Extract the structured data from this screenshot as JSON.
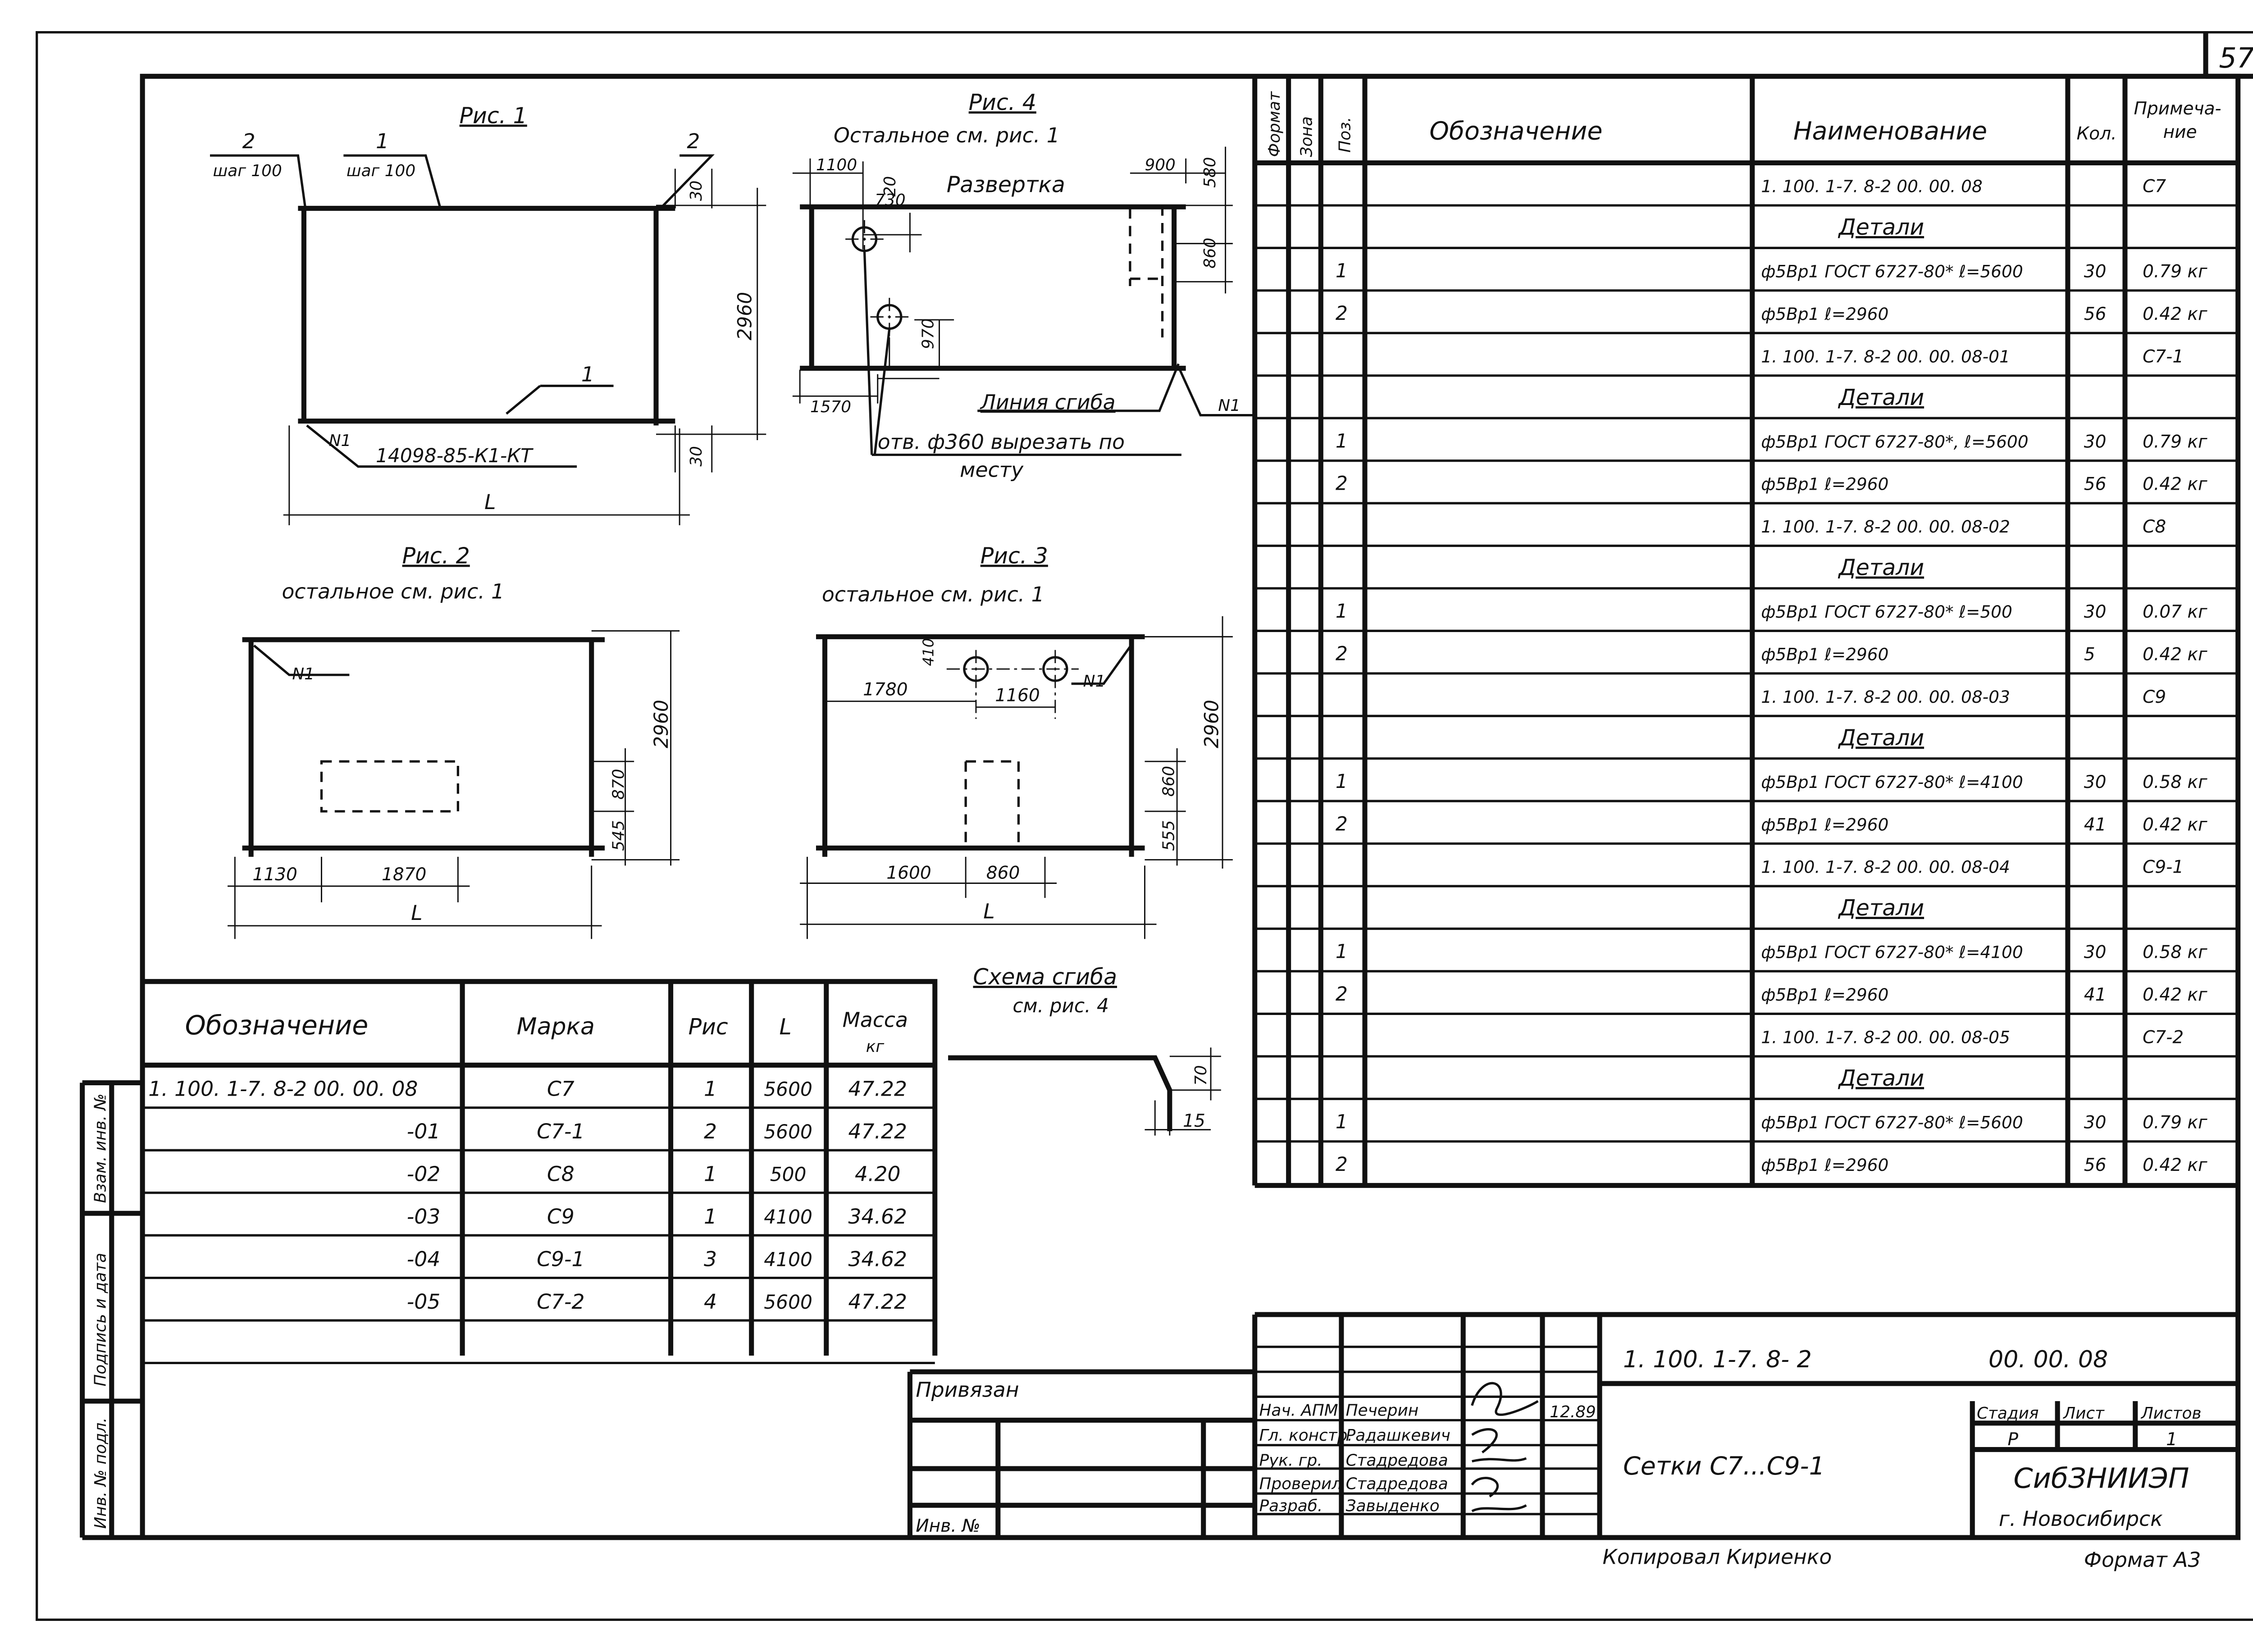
{
  "sheet": {
    "number": "57",
    "format": "Формат А3",
    "copied": "Копировал  Кириенко"
  },
  "fig1": {
    "title": "Рис. 1",
    "lbl_2a": "2",
    "lbl_1a": "1",
    "lbl_2b": "2",
    "step_a": "шаг 100",
    "step_b": "шаг 100",
    "lbl_1c": "1",
    "weld_n": "N1",
    "weld_ref": "14098-85-К1-КТ",
    "dim_30a": "30",
    "dim_30b": "30",
    "dim_2960": "2960",
    "dim_L": "L"
  },
  "fig4": {
    "title": "Рис. 4",
    "subtitle": "Остальное  см. рис. 1",
    "razv": "Развертка",
    "d1100": "1100",
    "d730": "730",
    "d20": "20",
    "d900": "900",
    "d580": "580",
    "d860": "860",
    "d970": "970",
    "d1570": "1570",
    "bend": "Линия сгиба",
    "weld_n": "N1",
    "hole1": "отв. ф360 вырезать по",
    "hole2": "месту"
  },
  "fig2": {
    "title": "Рис. 2",
    "subtitle": "остальное   см. рис. 1",
    "weld_n": "N1",
    "d2960": "2960",
    "d870": "870",
    "d545": "545",
    "d1130": "1130",
    "d1870": "1870",
    "dL": "L"
  },
  "fig3": {
    "title": "Рис. 3",
    "subtitle": "остальное   см. рис. 1",
    "weld_n": "N1",
    "d410": "410",
    "d1780": "1780",
    "d1160": "1160",
    "d2960": "2960",
    "d860": "860",
    "d555": "555",
    "d1600": "1600",
    "d860b": "860",
    "dL": "L"
  },
  "bend_scheme": {
    "title": "Схема сгиба",
    "subtitle": "см. рис. 4",
    "d70": "70",
    "d15": "15"
  },
  "left_table": {
    "headers": [
      "Обозначение",
      "Марка",
      "Рис",
      "L",
      "Масса",
      "кг"
    ],
    "rows": [
      [
        "1. 100. 1-7. 8-2    00. 00. 08",
        "С7",
        "1",
        "5600",
        "47.22"
      ],
      [
        "-01",
        "С7-1",
        "2",
        "5600",
        "47.22"
      ],
      [
        "-02",
        "С8",
        "1",
        "500",
        "4.20"
      ],
      [
        "-03",
        "С9",
        "1",
        "4100",
        "34.62"
      ],
      [
        "-04",
        "С9-1",
        "3",
        "4100",
        "34.62"
      ],
      [
        "-05",
        "С7-2",
        "4",
        "5600",
        "47.22"
      ]
    ]
  },
  "side_stamp": [
    "Взам. инв. №",
    "Подпись и дата",
    "Инв. № подл."
  ],
  "spec": {
    "headers": [
      "Формат",
      "Зона",
      "Поз.",
      "Обозначение",
      "Наименование",
      "Кол.",
      "Примеча-",
      "ние"
    ],
    "rows": [
      [
        "",
        "1. 100. 1-7. 8-2   00. 00. 08",
        "",
        "С7"
      ],
      [
        "",
        "Детали",
        "",
        ""
      ],
      [
        "1",
        "ф5Вр1 ГОСТ 6727-80* ℓ=5600",
        "30",
        "0.79 кг"
      ],
      [
        "2",
        "ф5Вр1           ℓ=2960",
        "56",
        "0.42 кг"
      ],
      [
        "",
        "1. 100. 1-7. 8-2   00. 00. 08-01",
        "",
        "С7-1"
      ],
      [
        "",
        "Детали",
        "",
        ""
      ],
      [
        "1",
        "ф5Вр1 ГОСТ 6727-80*, ℓ=5600",
        "30",
        "0.79 кг"
      ],
      [
        "2",
        "ф5Вр1           ℓ=2960",
        "56",
        "0.42 кг"
      ],
      [
        "",
        "1. 100. 1-7. 8-2   00. 00. 08-02",
        "",
        "С8"
      ],
      [
        "",
        "Детали",
        "",
        ""
      ],
      [
        "1",
        "ф5Вр1 ГОСТ 6727-80* ℓ=500",
        "30",
        "0.07 кг"
      ],
      [
        "2",
        "ф5Вр1           ℓ=2960",
        "5",
        "0.42 кг"
      ],
      [
        "",
        "1. 100. 1-7. 8-2   00. 00. 08-03",
        "",
        "С9"
      ],
      [
        "",
        "Детали",
        "",
        ""
      ],
      [
        "1",
        "ф5Вр1 ГОСТ 6727-80* ℓ=4100",
        "30",
        "0.58 кг"
      ],
      [
        "2",
        "ф5Вр1           ℓ=2960",
        "41",
        "0.42 кг"
      ],
      [
        "",
        "1. 100. 1-7. 8-2   00. 00. 08-04",
        "",
        "С9-1"
      ],
      [
        "",
        "Детали",
        "",
        ""
      ],
      [
        "1",
        "ф5Вр1 ГОСТ 6727-80* ℓ=4100",
        "30",
        "0.58 кг"
      ],
      [
        "2",
        "ф5Вр1           ℓ=2960",
        "41",
        "0.42 кг"
      ],
      [
        "",
        "1. 100. 1-7. 8-2   00. 00. 08-05",
        "",
        "С7-2"
      ],
      [
        "",
        "Детали",
        "",
        ""
      ],
      [
        "1",
        "ф5Вр1 ГОСТ 6727-80* ℓ=5600",
        "30",
        "0.79 кг"
      ],
      [
        "2",
        "ф5Вр1           ℓ=2960",
        "56",
        "0.42 кг"
      ]
    ]
  },
  "title_block": {
    "privyazan": "Привязан",
    "inv": "Инв. №",
    "roles": [
      "Нач. АПМ",
      "Гл. констр.",
      "Рук. гр.",
      "Проверил",
      "Разраб."
    ],
    "names": [
      "Печерин",
      "Радашкевич",
      "Стадредова",
      "Стадредова",
      "Завыденко"
    ],
    "date": "12.89",
    "code": "1. 100. 1-7. 8- 2",
    "code2": "00. 00. 08",
    "title": "Сетки  С7...С9-1",
    "stage_h": "Стадия",
    "sheet_h": "Лист",
    "sheets_h": "Листов",
    "stage": "Р",
    "sheets": "1",
    "org": "СибЗНИИЭП",
    "city": "г. Новосибирск"
  }
}
